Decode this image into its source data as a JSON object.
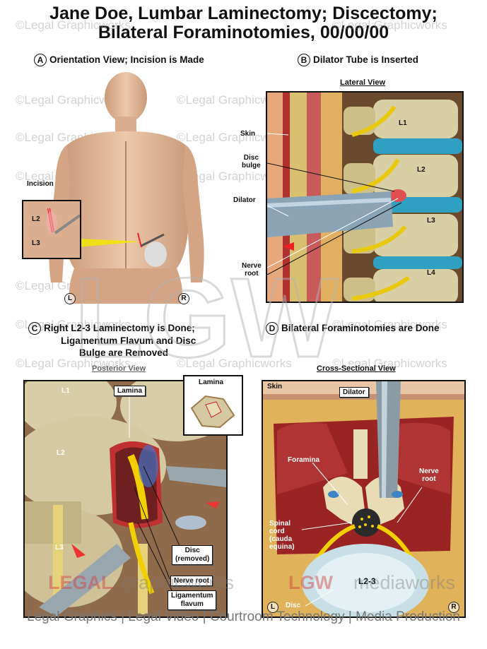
{
  "title": {
    "line1": "Jane Doe, Lumbar Laminectomy; Discectomy;",
    "line2": "Bilateral Foraminotomies, 00/00/00"
  },
  "watermark": "©Legal Graphicworks",
  "sections": {
    "a": {
      "letter": "A",
      "title": "Orientation View; Incision is Made"
    },
    "b": {
      "letter": "B",
      "title": "Dilator Tube is Inserted",
      "view": "Lateral View"
    },
    "c": {
      "letter": "C",
      "title_line1": "Right L2-3 Laminectomy is Done;",
      "title_line2": "Ligamentum Flavum and Disc",
      "title_line3": "Bulge are Removed",
      "view": "Posterior View"
    },
    "d": {
      "letter": "D",
      "title": "Bilateral Foraminotomies are Done",
      "view": "Cross-Sectional View"
    }
  },
  "panel_a": {
    "incision": "Incision",
    "l2": "L2",
    "l3": "L3",
    "left": "L",
    "right": "R"
  },
  "panel_b": {
    "l1": "L1",
    "l2": "L2",
    "l3": "L3",
    "l4": "L4",
    "skin": "Skin",
    "disc": "Disc",
    "bulge": "bulge",
    "dilator": "Dilator",
    "nerve": "Nerve",
    "root": "root"
  },
  "panel_c": {
    "l1": "L1",
    "l2": "L2",
    "l3": "L3",
    "lamina": "Lamina",
    "lamina_inset": "Lamina",
    "disc": "Disc",
    "removed": "(removed)",
    "nerve_root": "Nerve root",
    "ligamentum": "Ligamentum",
    "flavum": "flavum"
  },
  "panel_d": {
    "skin": "Skin",
    "dilator": "Dilator",
    "foramina": "Foramina",
    "nerve": "Nerve",
    "root": "root",
    "spinal": "Spinal",
    "cord": "cord",
    "cauda": "(cauda",
    "equina": "equina)",
    "level": "L2-3",
    "disc": "Disc",
    "left": "L",
    "right": "R"
  },
  "brand": {
    "legal": "LEGAL",
    "graphicworks": "graphicworks",
    "lgw": "LGW",
    "mediaworks": "mediaworks"
  },
  "footer": "Legal Graphics | Legal Video | Courtroom Technology | Media Production"
}
